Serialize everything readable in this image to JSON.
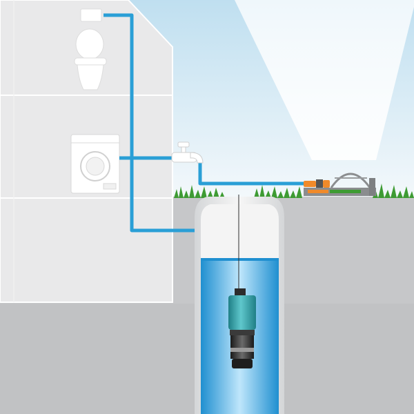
{
  "scene": {
    "description_visible_text": "",
    "colors": {
      "sky_top": "#cfe6f3",
      "sky_bottom": "#f4f9fc",
      "ground": "#c8c9cb",
      "house_wall": "#eaeaea",
      "house_outline": "#ffffff",
      "pipe": "#2a9fd6",
      "grass": "#3f9a35",
      "water": "#2fa4e0",
      "well_wall": "#e6e6e6",
      "pump_teal": "#2aa6ad",
      "pump_dark": "#2c2c2c",
      "sprinkler_orange": "#f08a2a",
      "sprinkler_gray": "#8a8c8e",
      "spray": "#ffffff"
    },
    "elements": [
      "toilet-icon",
      "washing-machine-icon",
      "faucet-icon",
      "sprinkler-icon",
      "submersible-pump-icon",
      "well",
      "water-pipe",
      "grass"
    ]
  }
}
